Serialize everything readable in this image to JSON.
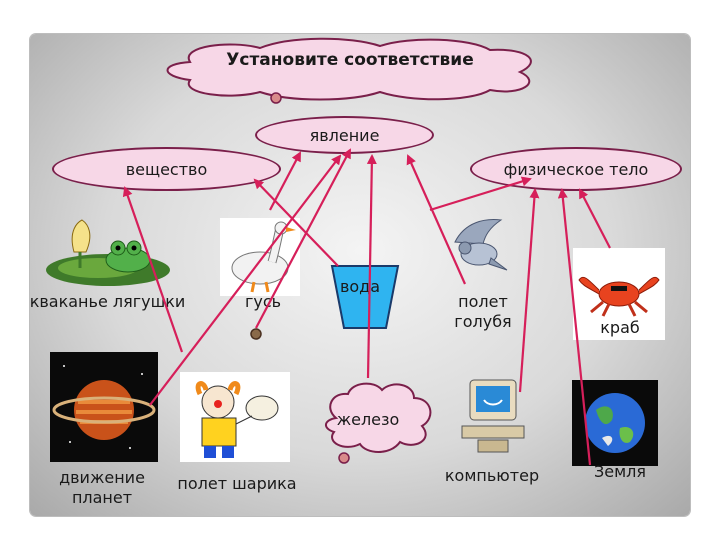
{
  "title": "Установите соответствие",
  "categories": {
    "phenomenon": "явление",
    "substance": "вещество",
    "physical_body": "физическое тело"
  },
  "items": {
    "frog": "кваканье лягушки",
    "goose": "гусь",
    "water": "вода",
    "pigeon": "полет\nголубя",
    "crab": "краб",
    "planets": "движение\nпланет",
    "balloon": "полет шарика",
    "iron": "железо",
    "computer": "компьютер",
    "earth": "Земля"
  },
  "colors": {
    "arrow": "#d61f5a",
    "oval_fill": "#f7d7e7",
    "oval_border": "#7a1f4a"
  }
}
